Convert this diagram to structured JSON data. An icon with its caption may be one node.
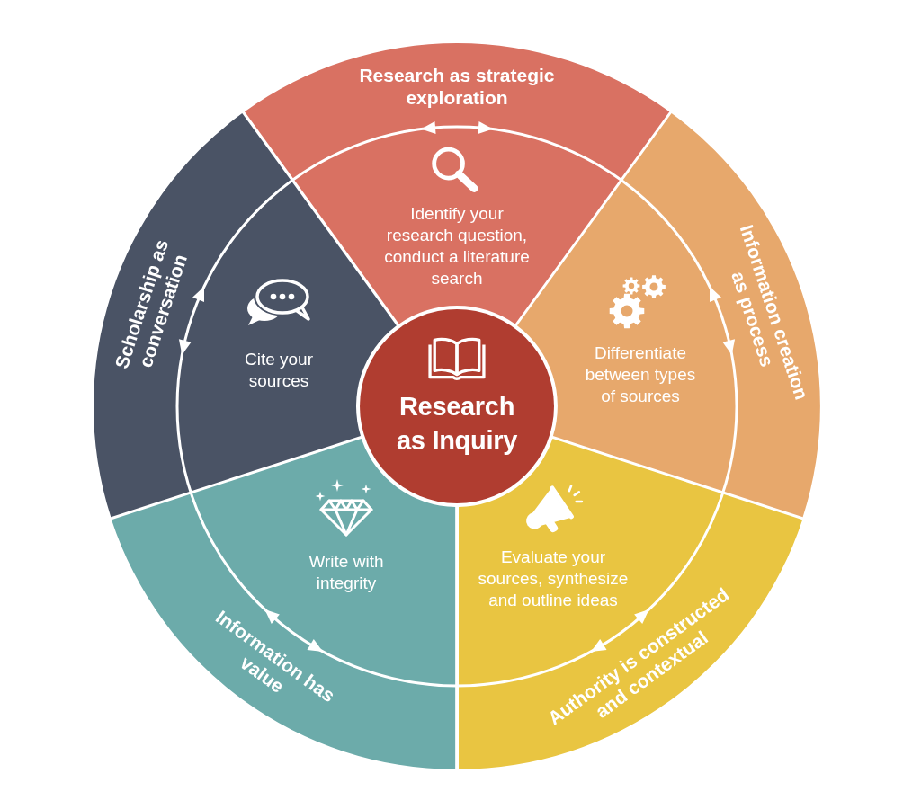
{
  "diagram": {
    "nodes": [
      {
        "text": [
          "Research as strategic exploration",
          "Identify your research question, conduct a literature search"
        ]
      },
      {
        "text": [
          "Information creation as process",
          "Differentiate between types of sources"
        ]
      },
      {
        "text": [
          "Authority is constructed and contextual",
          "Evaluate your sources, synthesize and outline ideas"
        ]
      },
      {
        "text": [
          "Information has value",
          "Write with integrity"
        ]
      },
      {
        "text": [
          "Scholarship as conversation",
          "Cite your sources"
        ]
      },
      {
        "text": [
          "Research as Inquiry"
        ]
      }
    ]
  }
}
